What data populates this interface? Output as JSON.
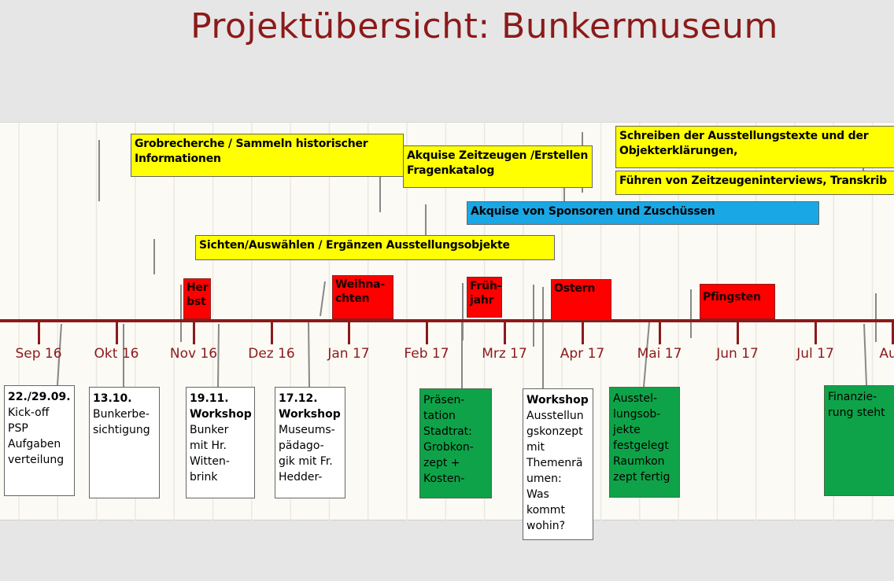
{
  "title": "Projektübersicht: Bunkermuseum",
  "colors": {
    "title": "#8b1a1a",
    "axis": "#8b1a1a",
    "task": "#ffff00",
    "funding": "#1aa7e6",
    "holiday": "#ff0000",
    "milestone": "#0fa349"
  },
  "months": [
    "Sep 16",
    "Okt 16",
    "Nov 16",
    "Dez 16",
    "Jan 17",
    "Feb 17",
    "Mrz 17",
    "Apr 17",
    "Mai 17",
    "Jun 17",
    "Jul 17",
    "Aug"
  ],
  "tasks": {
    "grobrecherche": [
      "Grobrecherche / Sammeln historischer",
      "Informationen"
    ],
    "zeitzeugen": [
      "Akquise Zeitzeugen /Erstellen",
      "Fragenkatalog"
    ],
    "schreiben": [
      "Schreiben der Ausstellungstexte und der",
      "Objekterklärungen,"
    ],
    "interviews": "Führen von Zeitzeugeninterviews, Transkrib",
    "sponsoren": "Akquise von Sponsoren und Zuschüssen",
    "sichten": "Sichten/Auswählen / Ergänzen Ausstellungsobjekte"
  },
  "holidays": {
    "herbst": [
      "Her",
      "bst"
    ],
    "weihnachten": [
      "Weihna-",
      "chten"
    ],
    "fruehjahr": [
      "Früh-",
      "jahr"
    ],
    "ostern": "Ostern",
    "pfingsten": "Pfingsten"
  },
  "events": [
    {
      "head": "22./29.09.",
      "lines": [
        "Kick-off",
        "PSP",
        "Aufgaben",
        "verteilung"
      ]
    },
    {
      "head": "13.10.",
      "lines": [
        "Bunkerbe-",
        "sichtigung"
      ]
    },
    {
      "head": "19.11.",
      "head2": "Workshop",
      "lines": [
        "Bunker",
        "mit Hr.",
        "Witten-",
        "brink"
      ]
    },
    {
      "head": "17.12.",
      "head2": "Workshop",
      "lines": [
        "Museums-",
        "pädago-",
        "gik mit Fr.",
        "Hedder-"
      ]
    },
    {
      "lines": [
        "Präsen-",
        "tation",
        "Stadtrat:",
        "Grobkon-",
        "zept +",
        "Kosten-"
      ]
    },
    {
      "head": "Workshop",
      "lines": [
        "Ausstellun",
        "gskonzept",
        "mit",
        "Themenrä",
        "umen:",
        "Was",
        "kommt",
        "wohin?"
      ]
    },
    {
      "lines": [
        "Ausstel-",
        "lungsob-",
        "jekte",
        "festgelegt",
        "Raumkon",
        "zept fertig"
      ]
    },
    {
      "lines": [
        "Finanzie-",
        "rung steht"
      ]
    }
  ]
}
